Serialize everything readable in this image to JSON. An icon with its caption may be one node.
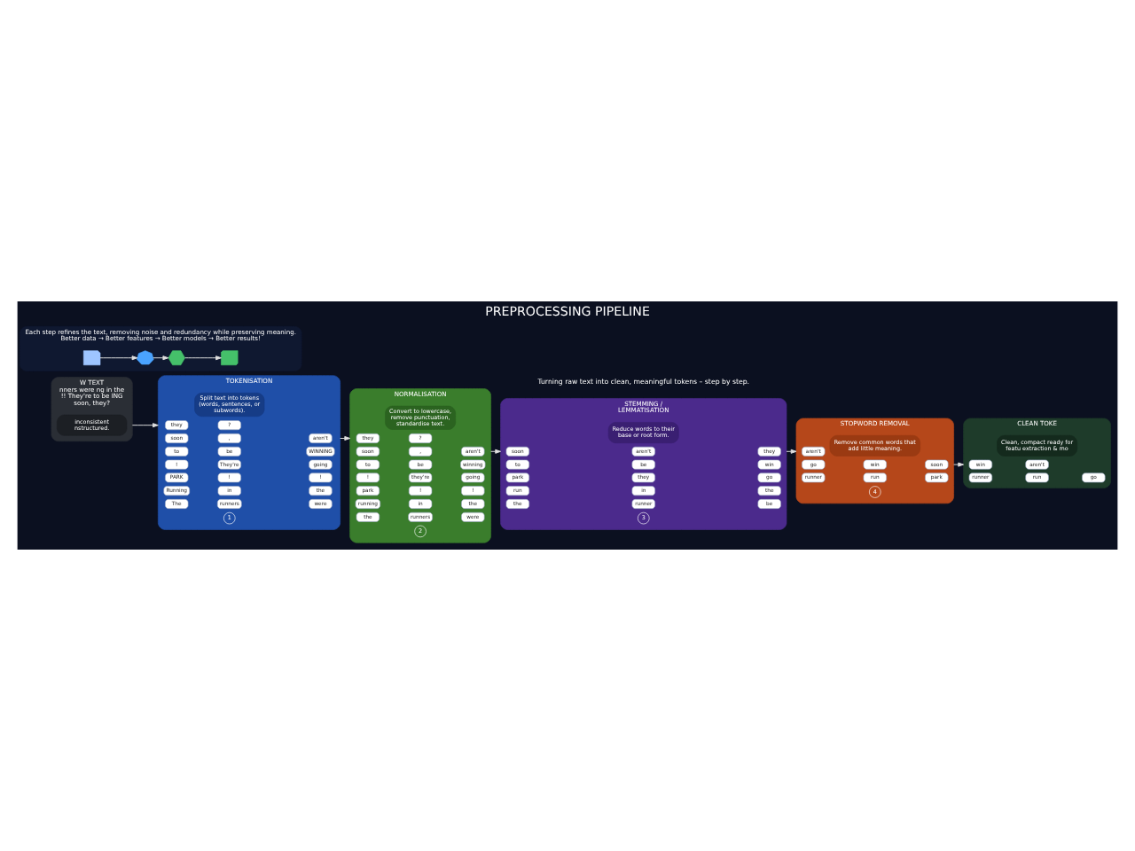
{
  "diagram": {
    "title": "PREPROCESSING PIPELINE",
    "nodes": [
      {
        "text": [
          "W TEXT",
          "nners were ng in the !! They're to be ING soon, they?"
        ]
      },
      {
        "text": [
          "inconsistent nstructured."
        ],
        "in": 0
      },
      {
        "text": [
          "TOKENISATION"
        ]
      },
      {
        "text": [
          "1"
        ],
        "in": 2
      },
      {
        "text": [
          "The"
        ],
        "in": 2
      },
      {
        "text": [
          "runners"
        ],
        "in": 2
      },
      {
        "text": [
          "were"
        ],
        "in": 2
      },
      {
        "text": [
          "Running"
        ],
        "in": 2
      },
      {
        "text": [
          "in"
        ],
        "in": 2
      },
      {
        "text": [
          "the"
        ],
        "in": 2
      },
      {
        "text": [
          "PARK"
        ],
        "in": 2
      },
      {
        "text": [
          "!"
        ],
        "in": 2
      },
      {
        "text": [
          "!"
        ],
        "in": 2
      },
      {
        "text": [
          "!"
        ],
        "in": 2
      },
      {
        "text": [
          "They're"
        ],
        "in": 2
      },
      {
        "text": [
          "going"
        ],
        "in": 2
      },
      {
        "text": [
          "to"
        ],
        "in": 2
      },
      {
        "text": [
          "be"
        ],
        "in": 2
      },
      {
        "text": [
          "WINNING"
        ],
        "in": 2
      },
      {
        "text": [
          "soon"
        ],
        "in": 2
      },
      {
        "text": [
          ","
        ],
        "in": 2
      },
      {
        "text": [
          "aren't"
        ],
        "in": 2
      },
      {
        "text": [
          "they"
        ],
        "in": 2
      },
      {
        "text": [
          "?"
        ],
        "in": 2
      },
      {
        "text": [
          "Split text into tokens (words, sentences, or subwords)."
        ],
        "in": 2
      },
      {
        "text": [
          "NORMALISATION"
        ]
      },
      {
        "text": [
          "2"
        ],
        "in": 25
      },
      {
        "text": [
          "the"
        ],
        "in": 25
      },
      {
        "text": [
          "runners"
        ],
        "in": 25
      },
      {
        "text": [
          "were"
        ],
        "in": 25
      },
      {
        "text": [
          "running"
        ],
        "in": 25
      },
      {
        "text": [
          "in"
        ],
        "in": 25
      },
      {
        "text": [
          "the"
        ],
        "in": 25
      },
      {
        "text": [
          "park"
        ],
        "in": 25
      },
      {
        "text": [
          "!"
        ],
        "in": 25
      },
      {
        "text": [
          "!"
        ],
        "in": 25
      },
      {
        "text": [
          "!"
        ],
        "in": 25
      },
      {
        "text": [
          "they're"
        ],
        "in": 25
      },
      {
        "text": [
          "going"
        ],
        "in": 25
      },
      {
        "text": [
          "to"
        ],
        "in": 25
      },
      {
        "text": [
          "be"
        ],
        "in": 25
      },
      {
        "text": [
          "winning"
        ],
        "in": 25
      },
      {
        "text": [
          "soon"
        ],
        "in": 25
      },
      {
        "text": [
          ","
        ],
        "in": 25
      },
      {
        "text": [
          "aren't"
        ],
        "in": 25
      },
      {
        "text": [
          "they"
        ],
        "in": 25
      },
      {
        "text": [
          "?"
        ],
        "in": 25
      },
      {
        "text": [
          "Convert to lowercase, remove punctuation, standardise text."
        ],
        "in": 25
      },
      {
        "text": [
          "STEMMING / LEMMATISATION"
        ]
      },
      {
        "text": [
          "3"
        ],
        "in": 48
      },
      {
        "text": [
          "the"
        ],
        "in": 48
      },
      {
        "text": [
          "runner"
        ],
        "in": 48
      },
      {
        "text": [
          "be"
        ],
        "in": 48
      },
      {
        "text": [
          "run"
        ],
        "in": 48
      },
      {
        "text": [
          "in"
        ],
        "in": 48
      },
      {
        "text": [
          "the"
        ],
        "in": 48
      },
      {
        "text": [
          "park"
        ],
        "in": 48
      },
      {
        "text": [
          "they"
        ],
        "in": 48
      },
      {
        "text": [
          "go"
        ],
        "in": 48
      },
      {
        "text": [
          "to"
        ],
        "in": 48
      },
      {
        "text": [
          "be"
        ],
        "in": 48
      },
      {
        "text": [
          "win"
        ],
        "in": 48
      },
      {
        "text": [
          "soon"
        ],
        "in": 48
      },
      {
        "text": [
          "aren't"
        ],
        "in": 48
      },
      {
        "text": [
          "they"
        ],
        "in": 48
      },
      {
        "text": [
          "Reduce words to their base or root form."
        ],
        "in": 48
      },
      {
        "text": [
          "STOPWORD REMOVAL"
        ]
      },
      {
        "text": [
          "4"
        ],
        "in": 66
      },
      {
        "text": [
          "runner"
        ],
        "in": 66
      },
      {
        "text": [
          "run"
        ],
        "in": 66
      },
      {
        "text": [
          "park"
        ],
        "in": 66
      },
      {
        "text": [
          "go"
        ],
        "in": 66
      },
      {
        "text": [
          "win"
        ],
        "in": 66
      },
      {
        "text": [
          "soon"
        ],
        "in": 66
      },
      {
        "text": [
          "aren't"
        ],
        "in": 66
      },
      {
        "text": [
          "Remove common words that add little meaning."
        ],
        "in": 66
      },
      {
        "text": [
          "CLEAN TOKE"
        ]
      },
      {
        "text": [
          "runner"
        ],
        "in": 76
      },
      {
        "text": [
          "run"
        ],
        "in": 76
      },
      {
        "text": [
          "go"
        ],
        "in": 76
      },
      {
        "text": [
          "win"
        ],
        "in": 76
      },
      {
        "text": [
          "aren't"
        ],
        "in": 76
      },
      {
        "text": [
          "Clean, compact ready for featu extraction & mo"
        ],
        "in": 76
      },
      {
        "text": [
          "Each step refines the text, removing noise and redundancy while preserving meaning.",
          "Better data → Better features → Better models → Better results!"
        ]
      },
      {
        "text": [],
        "shape": "document",
        "in": 83
      },
      {
        "text": [],
        "shape": "gear",
        "in": 83
      },
      {
        "text": [],
        "shape": "network",
        "in": 83
      },
      {
        "text": [],
        "shape": "chart",
        "in": 83
      }
    ],
    "edges": [
      {
        "from": 0,
        "to": 2,
        "arrow": "to"
      },
      {
        "from": 2,
        "to": 25,
        "arrow": "to"
      },
      {
        "from": 25,
        "to": 48,
        "arrow": "to"
      },
      {
        "from": 48,
        "to": 66,
        "arrow": "to"
      },
      {
        "from": 66,
        "to": 76,
        "arrow": "to"
      },
      {
        "from": 84,
        "to": 85,
        "arrow": "to"
      },
      {
        "from": 85,
        "to": 86,
        "arrow": "to"
      },
      {
        "from": 86,
        "to": 87,
        "arrow": "to"
      }
    ],
    "labels": [
      "Turning raw text into clean, meaningful tokens – step by step."
    ]
  }
}
